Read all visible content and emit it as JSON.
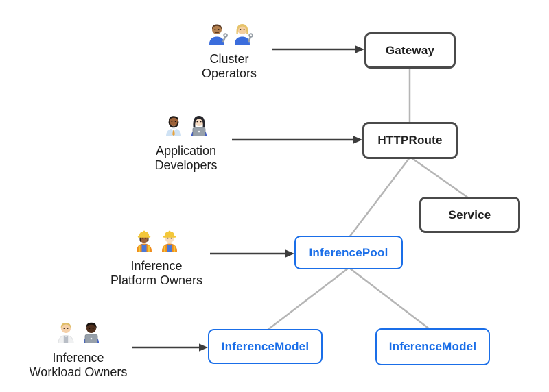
{
  "colors": {
    "background": "#ffffff",
    "node_border_dark": "#4a4a4a",
    "node_text_dark": "#1f1f1f",
    "accent_blue": "#1a6ee8",
    "connector_gray": "#b5b5b5",
    "arrow_dark": "#3d3d3d",
    "label_text": "#1d1d1d"
  },
  "nodes": [
    {
      "id": "gateway",
      "label": "Gateway",
      "style": "dark"
    },
    {
      "id": "httproute",
      "label": "HTTPRoute",
      "style": "dark"
    },
    {
      "id": "service",
      "label": "Service",
      "style": "dark"
    },
    {
      "id": "inferencepool",
      "label": "InferencePool",
      "style": "blue"
    },
    {
      "id": "inferencemodel-left",
      "label": "InferenceModel",
      "style": "blue"
    },
    {
      "id": "inferencemodel-right",
      "label": "InferenceModel",
      "style": "blue"
    }
  ],
  "personas": [
    {
      "id": "cluster-operators",
      "lines": [
        "Cluster",
        "Operators"
      ],
      "emojis": [
        "man-mechanic",
        "woman-mechanic"
      ]
    },
    {
      "id": "application-developers",
      "lines": [
        "Application",
        "Developers"
      ],
      "emojis": [
        "man-office-worker",
        "woman-technologist"
      ]
    },
    {
      "id": "inference-platform-owners",
      "lines": [
        "Inference",
        "Platform Owners"
      ],
      "emojis": [
        "woman-construction-worker",
        "man-construction-worker"
      ]
    },
    {
      "id": "inference-workload-owners",
      "lines": [
        "Inference",
        "Workload Owners"
      ],
      "emojis": [
        "person-health-worker",
        "man-technologist"
      ]
    }
  ],
  "edges": [
    {
      "from": "gateway",
      "to": "httproute"
    },
    {
      "from": "httproute",
      "to": "inferencepool"
    },
    {
      "from": "httproute",
      "to": "service"
    },
    {
      "from": "inferencepool",
      "to": "inferencemodel-left"
    },
    {
      "from": "inferencepool",
      "to": "inferencemodel-right"
    }
  ],
  "actor_arrows": [
    {
      "from": "cluster-operators",
      "to": "gateway"
    },
    {
      "from": "application-developers",
      "to": "httproute"
    },
    {
      "from": "inference-platform-owners",
      "to": "inferencepool"
    },
    {
      "from": "inference-workload-owners",
      "to": "inferencemodel-left"
    }
  ]
}
